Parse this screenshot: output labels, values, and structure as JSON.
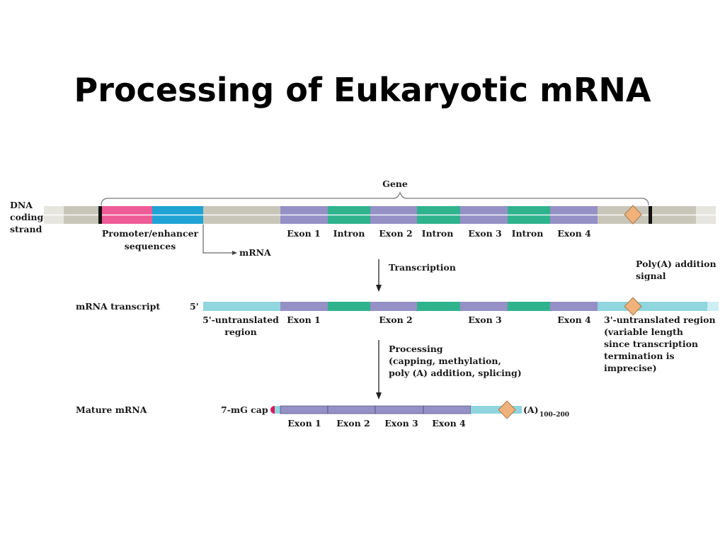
{
  "title": "Processing of Eukaryotic mRNA",
  "diagram": {
    "dna_label": [
      "DNA",
      "coding",
      "strand"
    ],
    "gene_label": "Gene",
    "promoter_label": [
      "Promoter/enhancer",
      "sequences"
    ],
    "mrna_arrow_label": "mRNA",
    "dna_segment_labels": [
      "Exon 1",
      "Intron",
      "Exon 2",
      "Intron",
      "Exon 3",
      "Intron",
      "Exon 4"
    ],
    "transcription_label": "Transcription",
    "polya_signal_label": [
      "Poly(A) addition",
      "signal"
    ],
    "transcript_label": "mRNA transcript",
    "five_prime": "5'",
    "five_utr_label": [
      "5'-untranslated",
      "region"
    ],
    "transcript_exon_labels": [
      "Exon 1",
      "Exon 2",
      "Exon 3",
      "Exon 4"
    ],
    "three_utr_label": [
      "3'-untranslated region",
      "(variable length",
      "since transcription",
      "termination is",
      "imprecise)"
    ],
    "processing_label": [
      "Processing",
      "(capping, methylation,",
      "poly (A) addition, splicing)"
    ],
    "mature_label": "Mature mRNA",
    "cap_label": "7-mG cap",
    "polya_tail_label": "(A)",
    "polya_tail_sub": "100–200",
    "mature_exon_labels": [
      "Exon 1",
      "Exon 2",
      "Exon 3",
      "Exon 4"
    ],
    "colors": {
      "exon": "#9590c6",
      "intron": "#2eb38d",
      "promoter": "#ee5b96",
      "enhancer": "#1ea3d4",
      "dna": "#c8c6b8",
      "utr": "#8fd6df",
      "signal": "#f0b27a",
      "cap": "#d81b60"
    }
  }
}
